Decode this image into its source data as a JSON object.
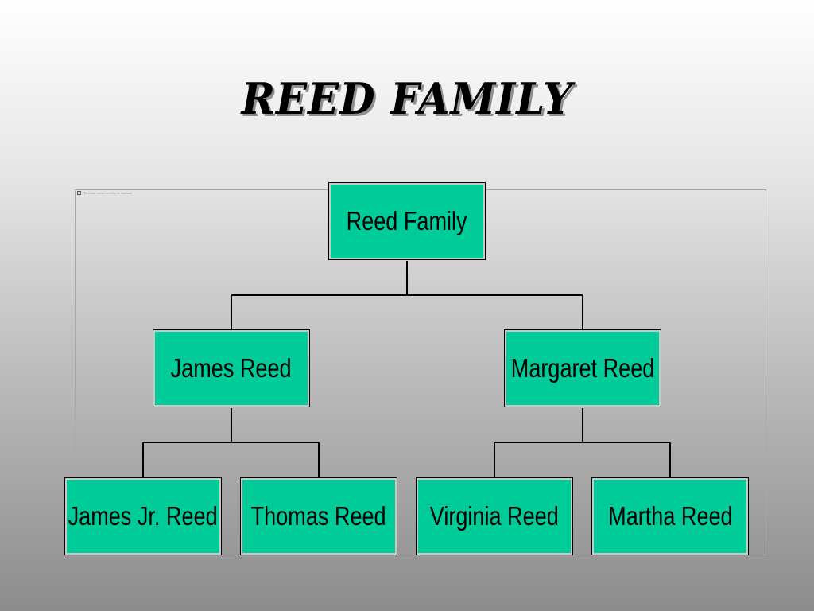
{
  "slide": {
    "title": "REED FAMILY",
    "frame_caption": "This image cannot currently be displayed."
  },
  "org_chart": {
    "root": "Reed Family",
    "parents": [
      "James Reed",
      "Margaret Reed"
    ],
    "children_of_james": [
      "James Jr. Reed",
      "Thomas Reed"
    ],
    "children_of_margaret": [
      "Virginia Reed",
      "Martha Reed"
    ]
  },
  "colors": {
    "box_fill": "#00cc99",
    "connector": "#000000",
    "box_border": "#000000"
  }
}
